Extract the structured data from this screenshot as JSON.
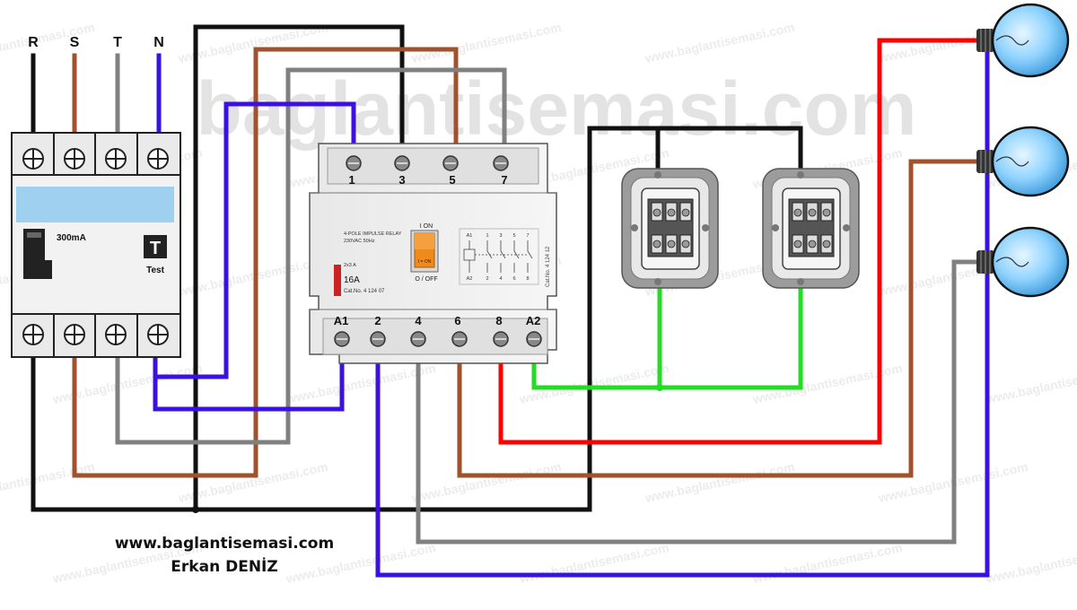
{
  "watermark": {
    "main": "baglantisemasi.com",
    "small": "www.baglantisemasi.com"
  },
  "phase_labels": [
    "R",
    "S",
    "T",
    "N"
  ],
  "rcd": {
    "rating": "300mA",
    "test_key": "T",
    "test_label": "Test"
  },
  "relay": {
    "top_terminals": [
      "1",
      "3",
      "5",
      "7"
    ],
    "bottom_terminals": [
      "A1",
      "2",
      "4",
      "6",
      "8",
      "A2"
    ],
    "on_label": "I ON",
    "off_label": "O / OFF",
    "handle_text": "I = ON",
    "spec_lines": [
      "4-POLE IMPULSE RELAY",
      "230VAC 50Hz",
      "",
      "",
      "2x3 A"
    ],
    "current": "16A",
    "catalog": "Cat.No. 4 124 07",
    "side_code": "Cat.No. 4 124 12",
    "schematic_top": [
      "A1",
      "1",
      "3",
      "5",
      "7"
    ],
    "schematic_bottom": [
      "A2",
      "2",
      "4",
      "6",
      "8"
    ]
  },
  "colors": {
    "R": "#111111",
    "S": "#a0522d",
    "T": "#808080",
    "N": "#3a10e5",
    "lamp1": "#ff0000",
    "green": "#22dd22",
    "lamp": "#8fd3ff"
  },
  "caption": {
    "site": "www.baglantisemasi.com",
    "author": "Erkan DENİZ"
  }
}
